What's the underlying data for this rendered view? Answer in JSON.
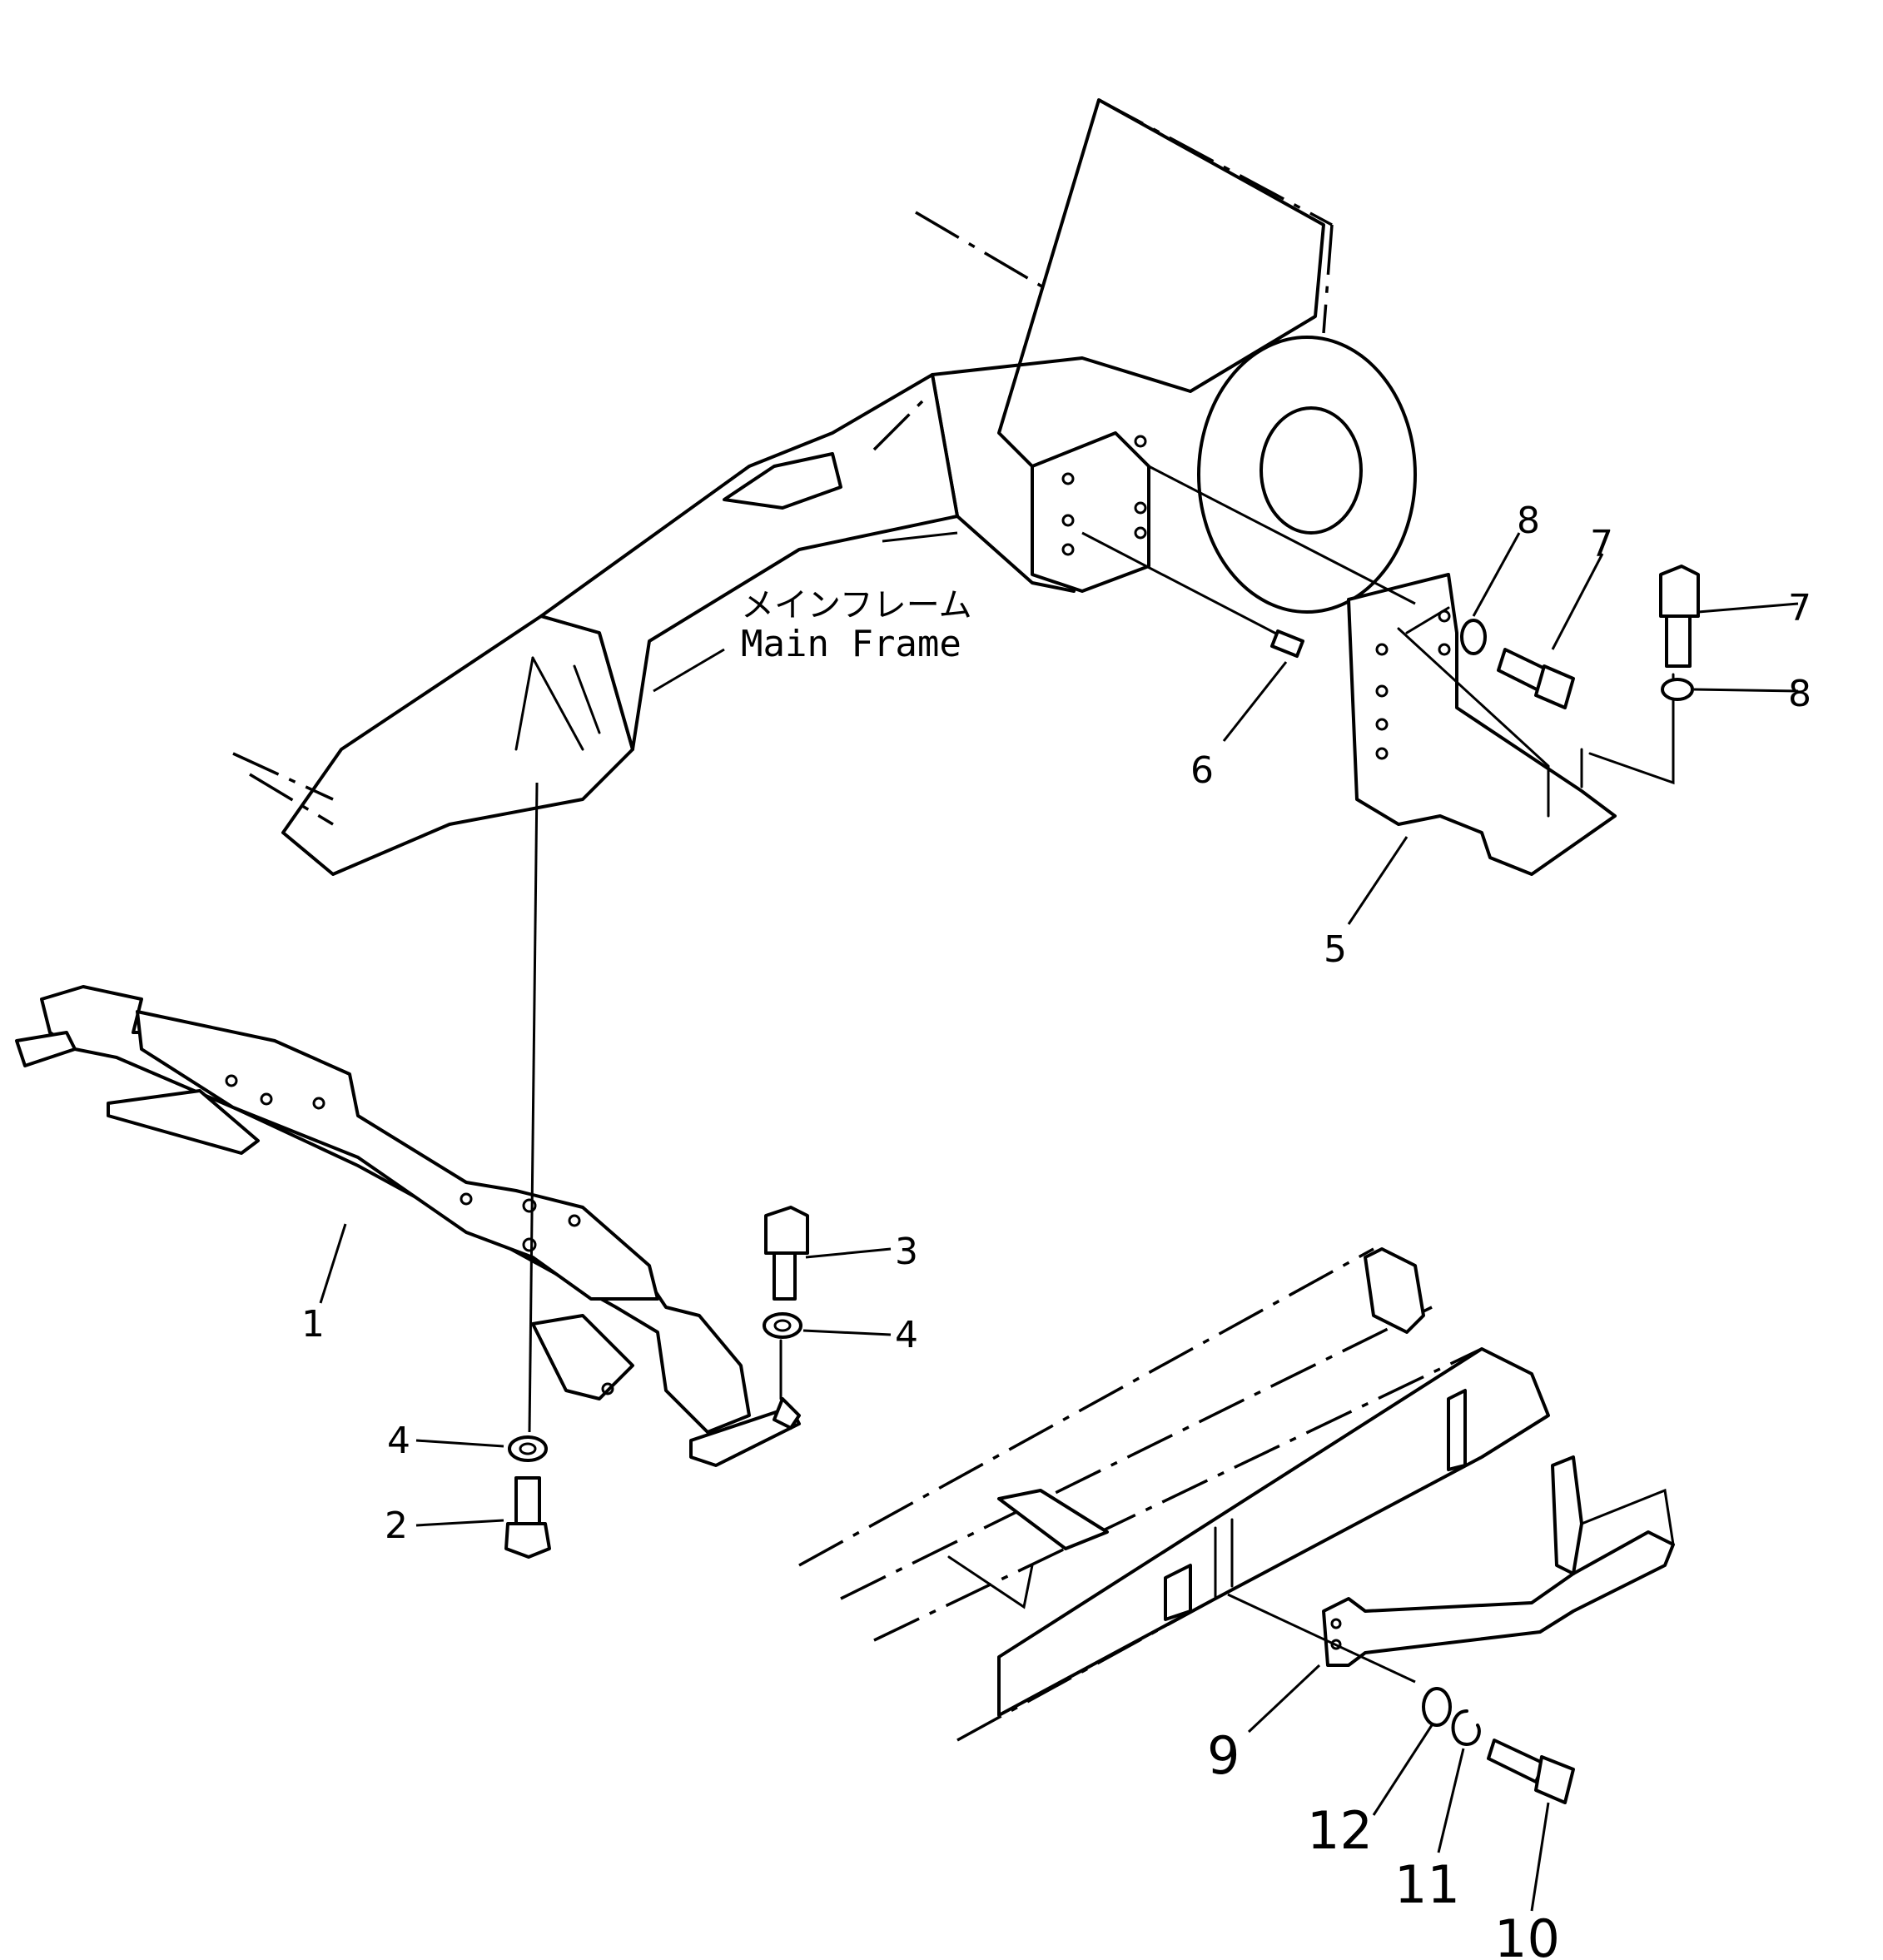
{
  "labels": {
    "main_frame_jp": "メインフレーム",
    "main_frame_en": "Main Frame"
  },
  "callouts": [
    "1",
    "2",
    "3",
    "4",
    "4",
    "5",
    "6",
    "7",
    "7",
    "8",
    "8",
    "9",
    "10",
    "11",
    "12"
  ]
}
